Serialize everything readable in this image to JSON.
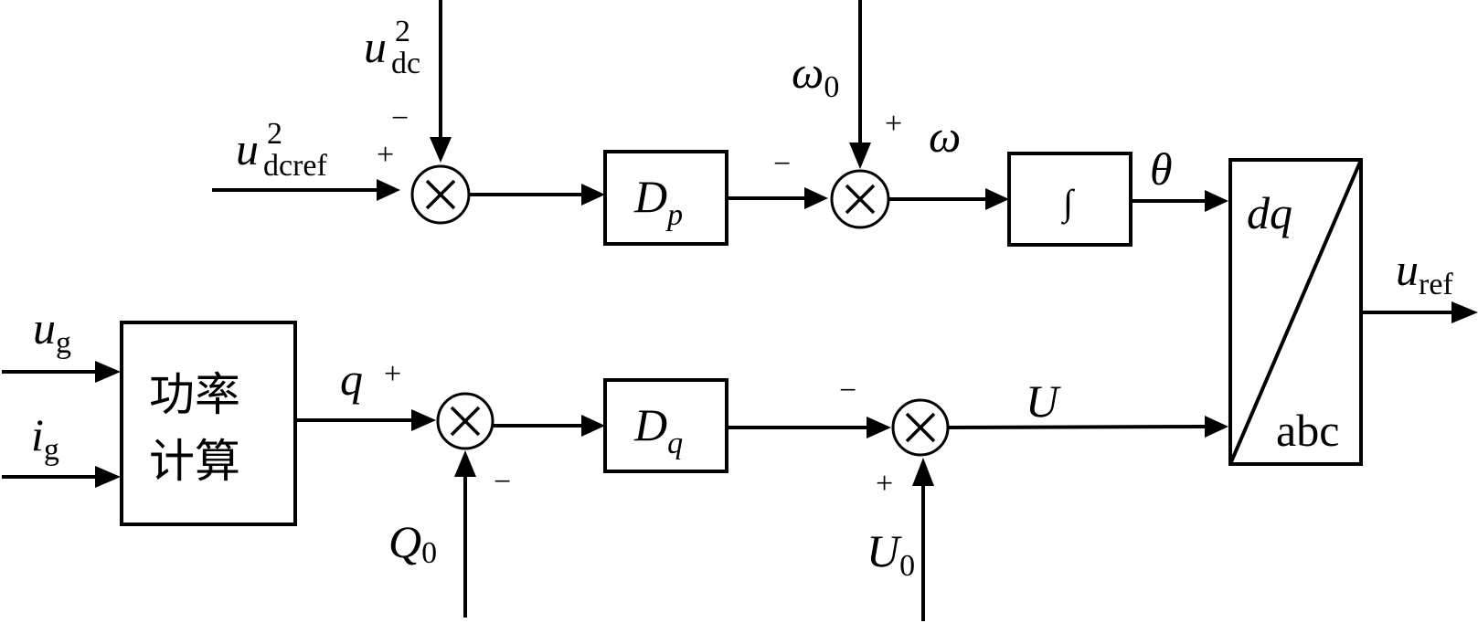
{
  "diagram": {
    "title": "",
    "blocks": {
      "dp": {
        "main": "D",
        "sub": "p"
      },
      "integrator": {
        "symbol": "∫"
      },
      "transform": {
        "top": "dq",
        "bottom": "abc"
      },
      "power_calc": {
        "line1": "功率",
        "line2": "计算"
      },
      "dq_gain": {
        "main": "D",
        "sub": "q"
      }
    },
    "signals": {
      "udc_sq": {
        "main": "u",
        "sub": "dc",
        "sup": "2"
      },
      "udcref_sq": {
        "main": "u",
        "sub": "dcref",
        "sup": "2"
      },
      "omega0": {
        "main": "ω",
        "sub": "0"
      },
      "omega": {
        "main": "ω"
      },
      "theta": {
        "main": "θ"
      },
      "uref": {
        "main": "u",
        "sub": "ref"
      },
      "ug": {
        "main": "u",
        "sub": "g"
      },
      "ig": {
        "main": "i",
        "sub": "g"
      },
      "q": {
        "main": "q"
      },
      "Q0": {
        "main": "Q",
        "sub": "0"
      },
      "U": {
        "main": "U"
      },
      "U0": {
        "main": "U",
        "sub": "0"
      }
    },
    "signs": {
      "sum1_top": "−",
      "sum1_left": "+",
      "sum2_left": "−",
      "sum2_top": "+",
      "sum3_left": "+",
      "sum3_bottom": "−",
      "sum4_left": "−",
      "sum4_bottom": "+"
    },
    "summing_symbol": "×"
  }
}
